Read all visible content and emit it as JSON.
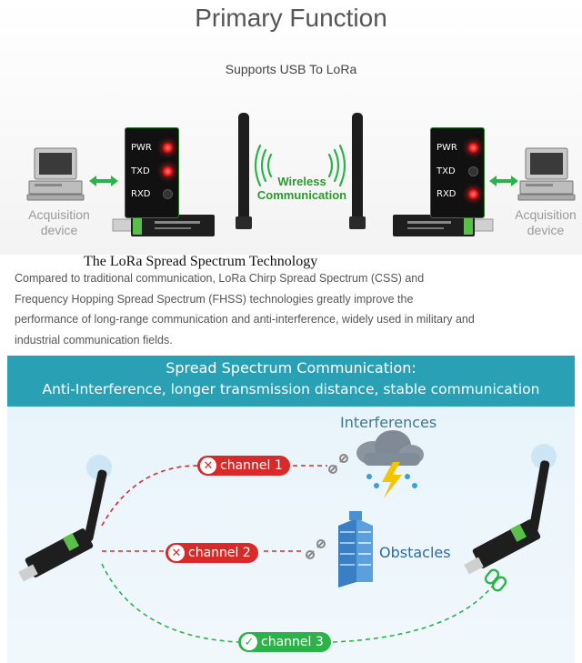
{
  "header": {
    "title": "Primary Function",
    "subtitle": "Supports USB To LoRa"
  },
  "left_device": {
    "label_line1": "Acquisition",
    "label_line2": "device",
    "leds": [
      {
        "name": "PWR",
        "state": "on"
      },
      {
        "name": "TXD",
        "state": "on"
      },
      {
        "name": "RXD",
        "state": "off"
      }
    ]
  },
  "right_device": {
    "label_line1": "Acquisition",
    "label_line2": "device",
    "leds": [
      {
        "name": "PWR",
        "state": "on"
      },
      {
        "name": "TXD",
        "state": "off"
      },
      {
        "name": "RXD",
        "state": "on"
      }
    ]
  },
  "wireless": {
    "line1": "Wireless",
    "line2": "Communication"
  },
  "section": {
    "heading": "The LoRa Spread Spectrum Technology",
    "lines": [
      "Compared to traditional communication, LoRa Chirp Spread Spectrum (CSS) and",
      "Frequency Hopping Spread Spectrum (FHSS) technologies greatly improve the",
      "performance of long-range communication and anti-interference, widely used in military and",
      "industrial communication fields."
    ]
  },
  "banner": {
    "line1": "Spread Spectrum Communication:",
    "line2": "Anti-Interference, longer transmission distance, stable communication"
  },
  "diagram": {
    "interferences_label": "Interferences",
    "obstacles_label": "Obstacles",
    "channels": [
      {
        "label": "channel 1",
        "status": "blocked",
        "symbol": "✕"
      },
      {
        "label": "channel 2",
        "status": "blocked",
        "symbol": "✕"
      },
      {
        "label": "channel 3",
        "status": "ok",
        "symbol": "✓"
      }
    ]
  },
  "colors": {
    "led_on": "#e11111",
    "accent_green": "#2bb34a",
    "accent_red": "#d92a2a",
    "banner_teal": "#2aa0b4"
  }
}
